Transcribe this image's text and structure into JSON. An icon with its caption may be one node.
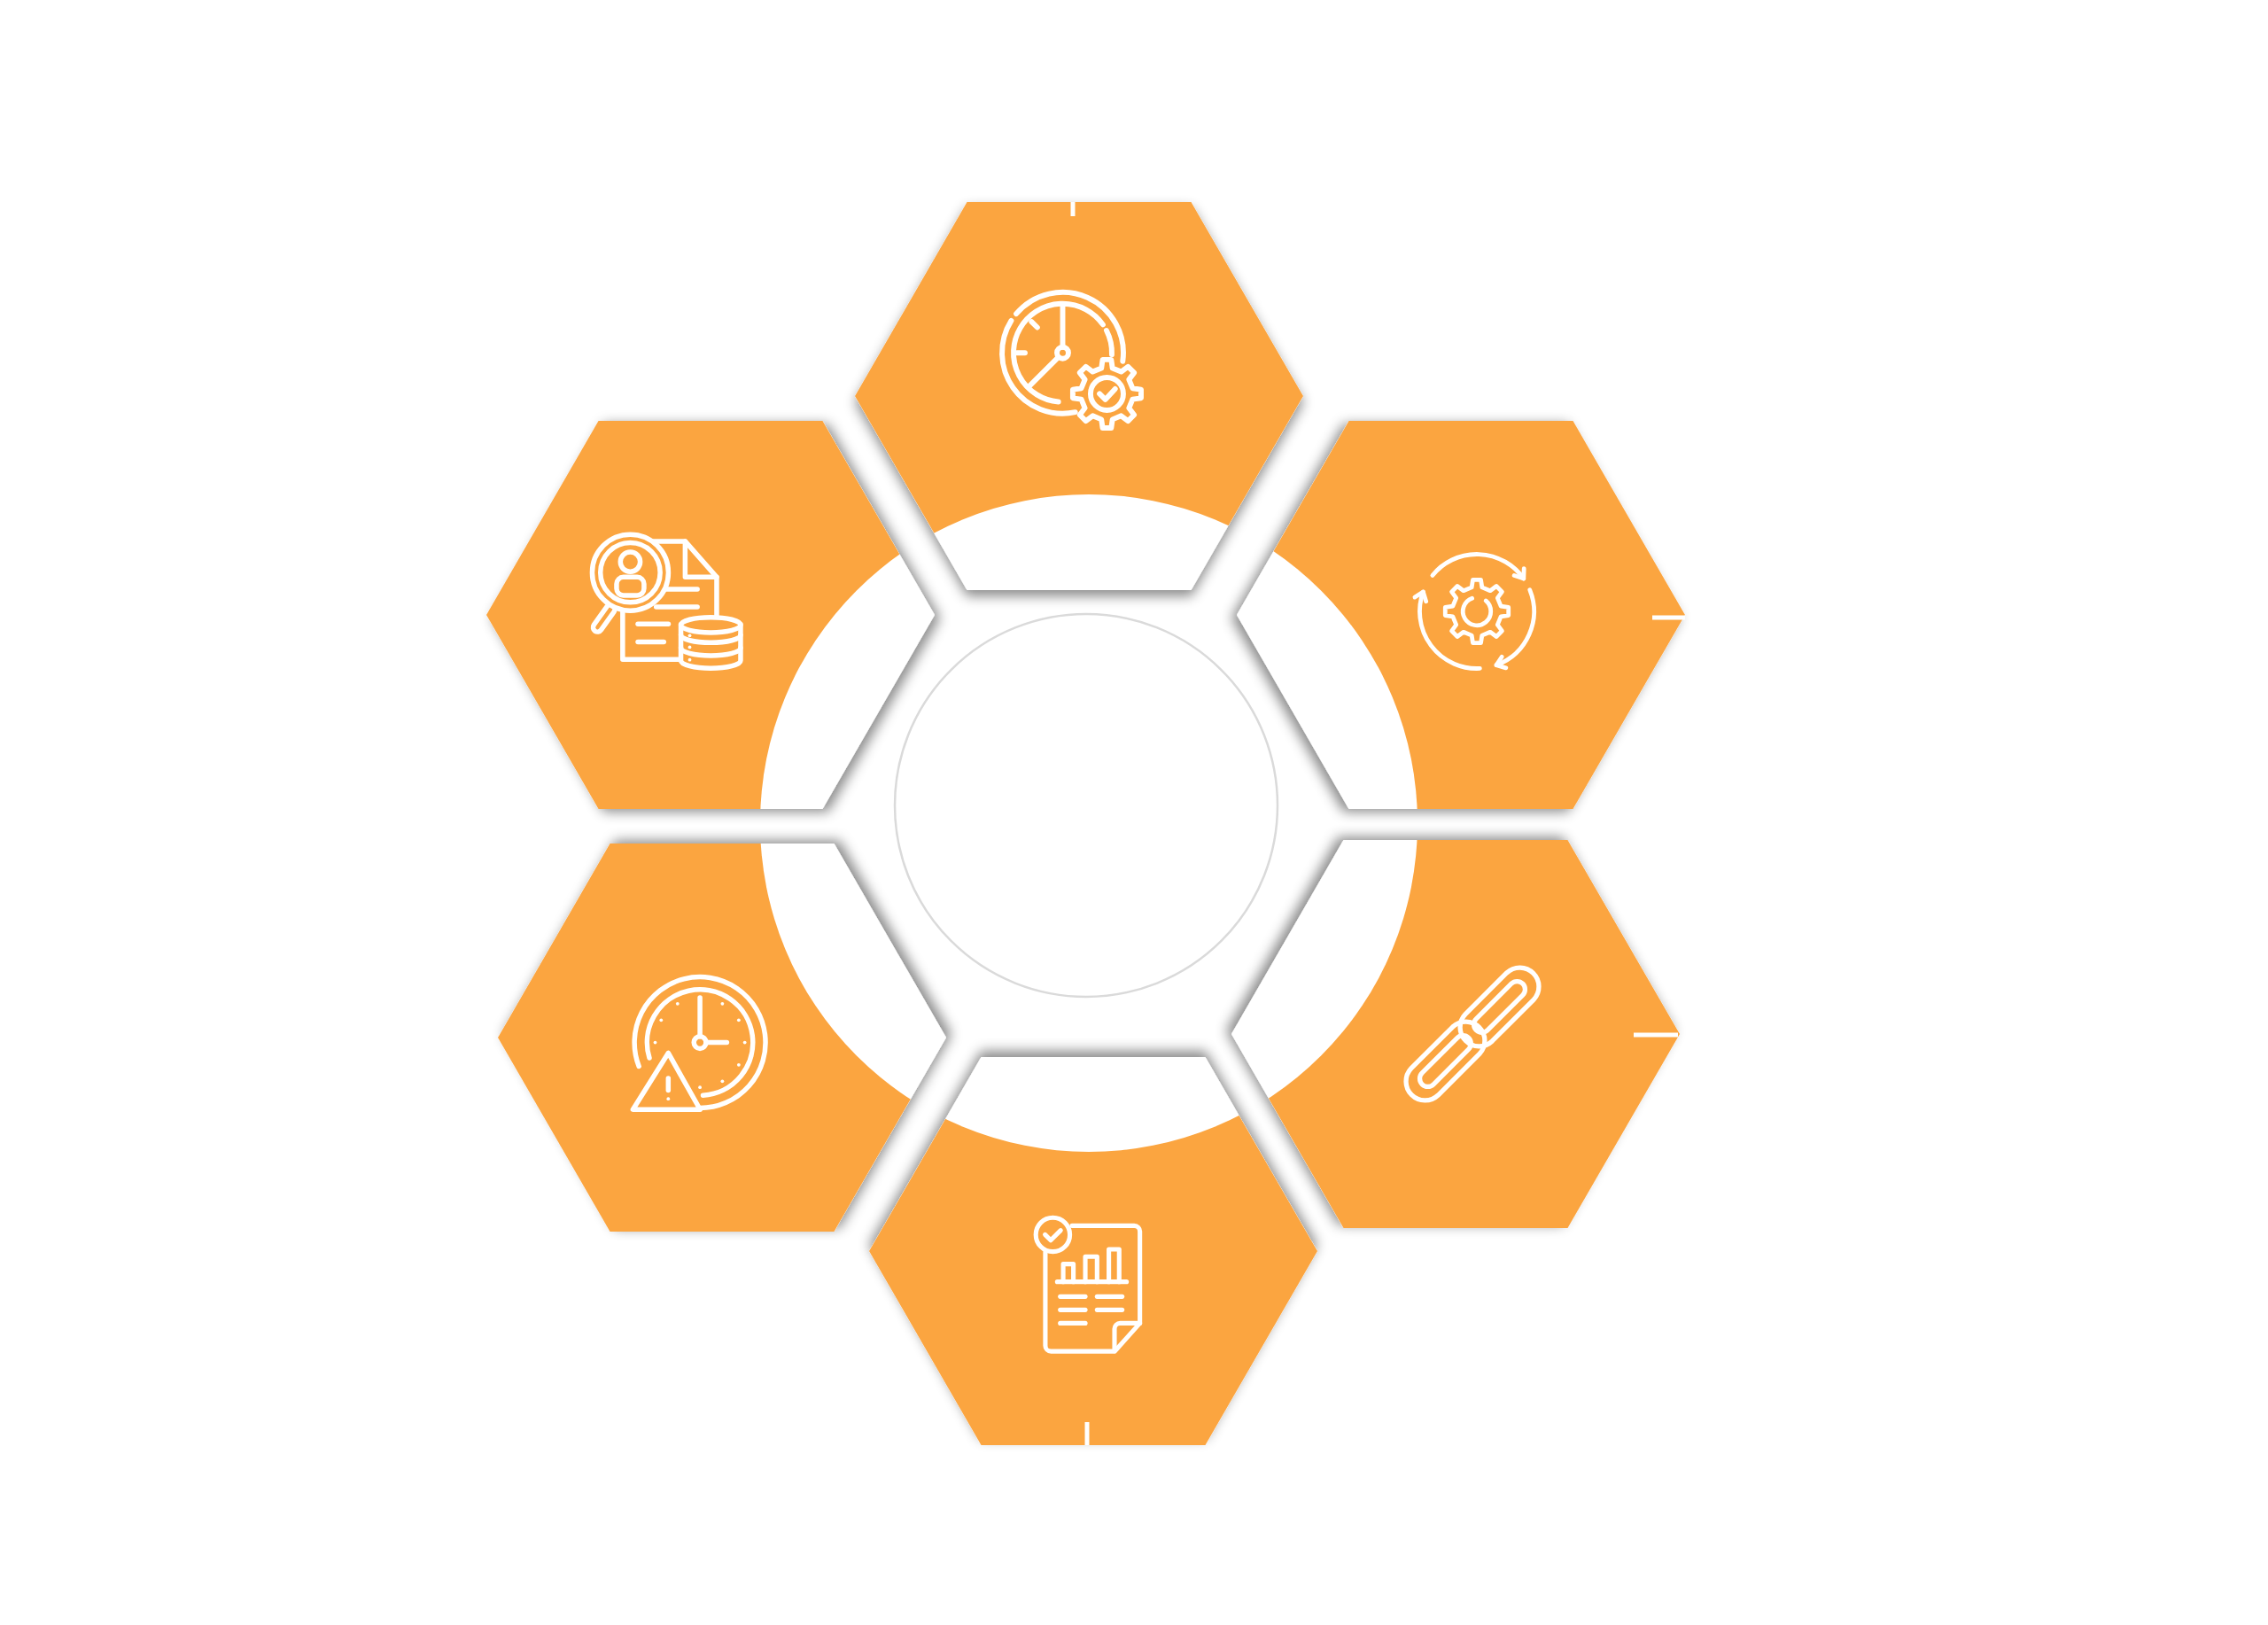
{
  "diagram": {
    "nodes": [
      {
        "text": [],
        "shape": "hexagon"
      },
      {
        "text": [],
        "shape": "hexagon"
      },
      {
        "text": [],
        "shape": "hexagon"
      },
      {
        "text": [],
        "shape": "circle"
      },
      {
        "text": [],
        "shape": "hexagon"
      },
      {
        "text": [],
        "shape": "hexagon"
      },
      {
        "text": [],
        "shape": "hexagon"
      }
    ]
  }
}
